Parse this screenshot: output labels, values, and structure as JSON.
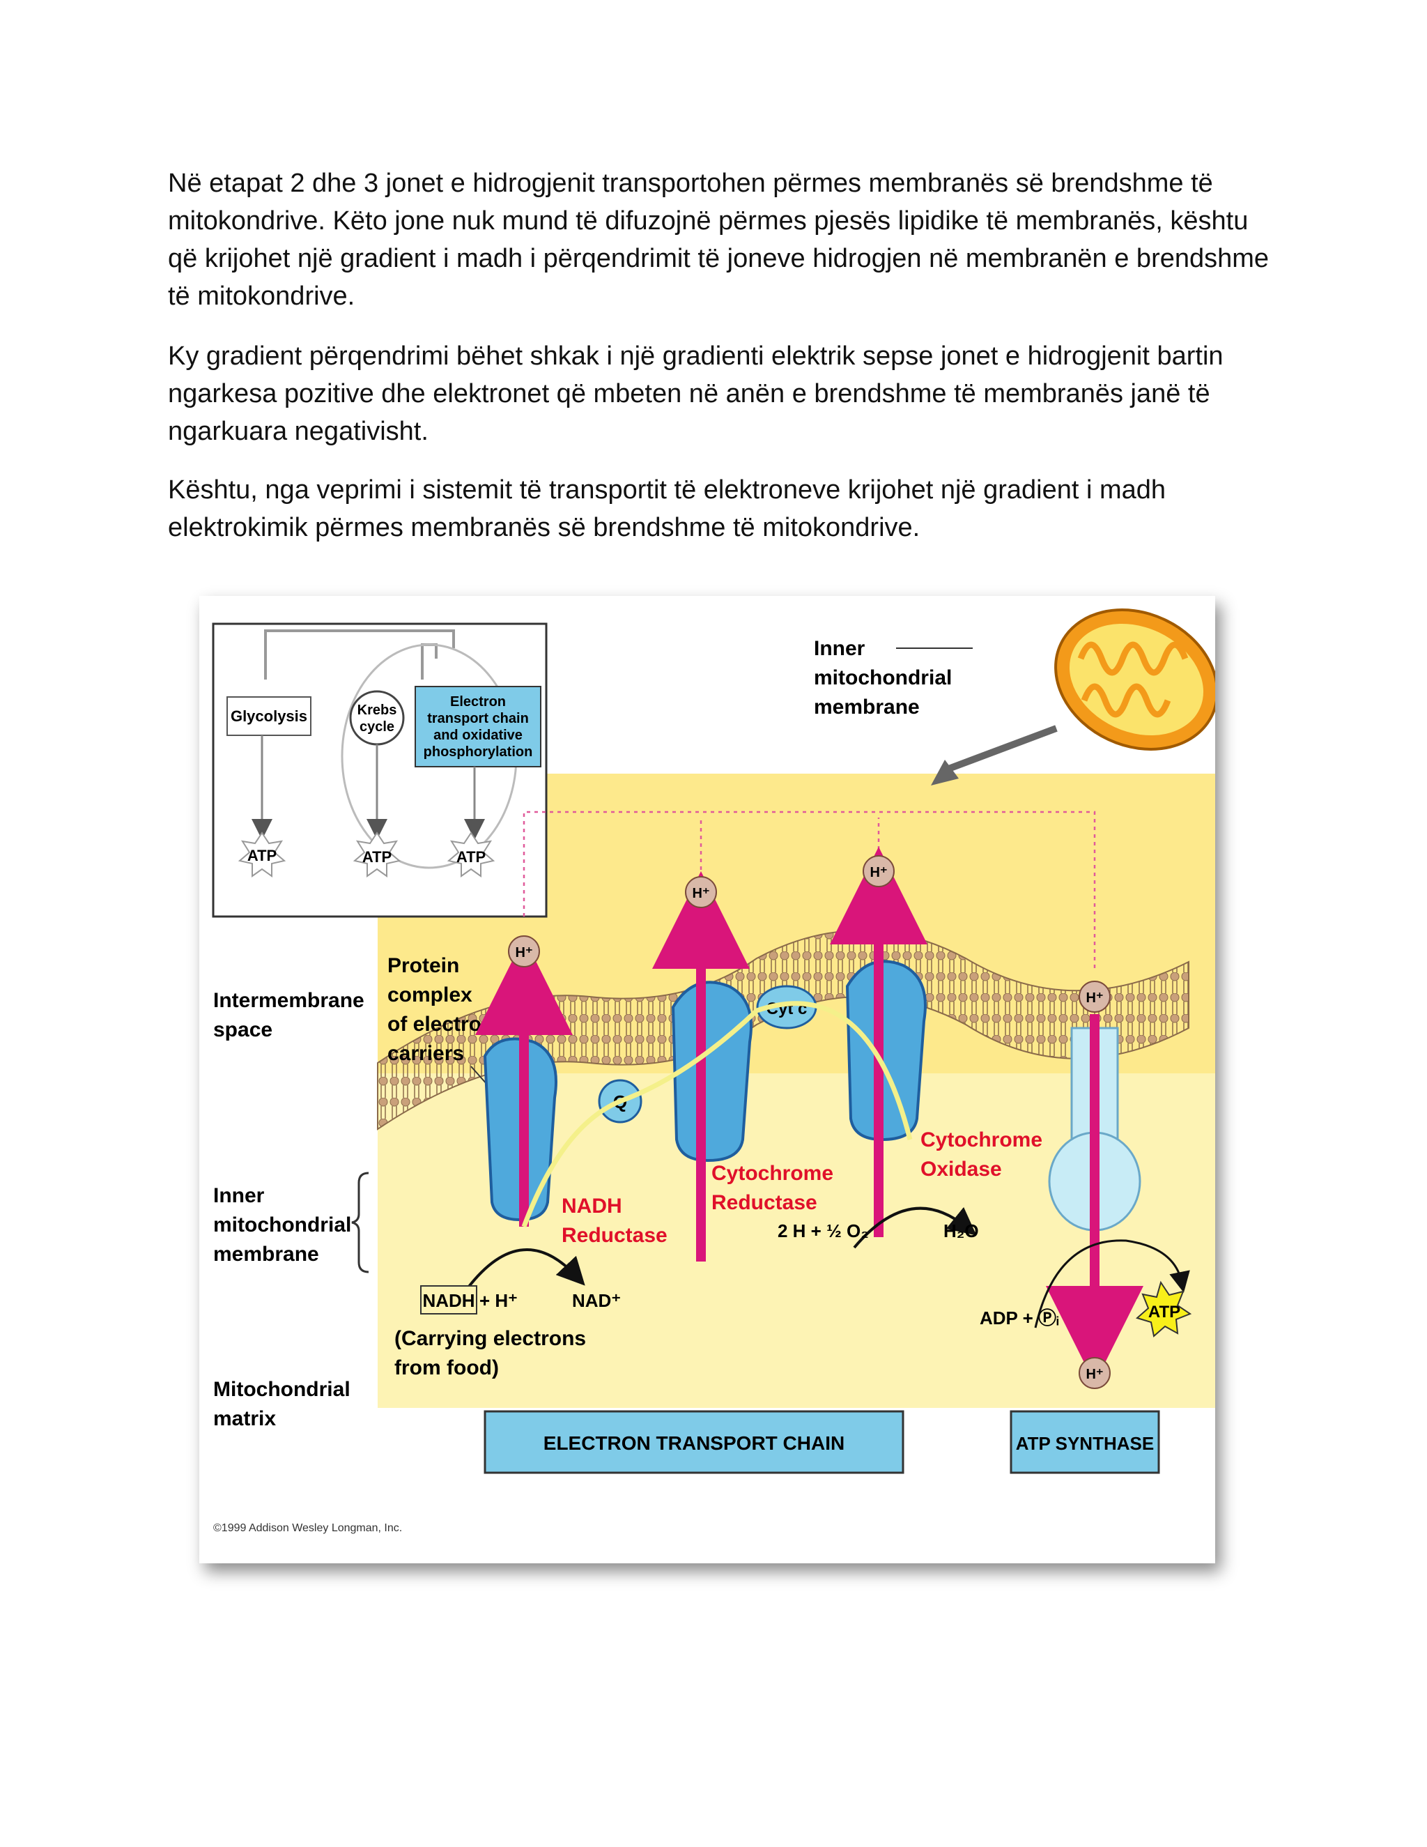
{
  "paragraphs": [
    "Në etapat 2 dhe 3 jonet e hidrogjenit transportohen përmes membranës së brendshme të mitokondrive. Këto jone nuk mund të difuzojnë përmes pjesës lipidike të membranës, kështu që krijohet një gradient i madh i përqendrimit të  joneve hidrogjen në membranën e brendshme të mitokondrive.",
    "Ky gradient përqendrimi bëhet shkak i një gradienti elektrik sepse jonet e hidrogjenit bartin ngarkesa pozitive dhe elektronet që mbeten në anën e brendshme të membranës janë të ngarkuara negativisht.",
    "Kështu, nga veprimi i sistemit të transportit të elektroneve krijohet një gradient i madh elektrokimik përmes membranës së brendshme të mitokondrive."
  ],
  "figure": {
    "inset": {
      "glycolysis": "Glycolysis",
      "krebs": [
        "Krebs",
        "cycle"
      ],
      "etc": [
        "Electron",
        "transport chain",
        "and oxidative",
        "phosphorylation"
      ],
      "atp": "ATP"
    },
    "inner_membrane_callout": [
      "Inner",
      "mitochondrial",
      "membrane"
    ],
    "regions": {
      "intermembrane": [
        "Intermembrane",
        "space"
      ],
      "inner_membrane": [
        "Inner",
        "mitochondrial",
        "membrane"
      ],
      "matrix": [
        "Mitochondrial",
        "matrix"
      ]
    },
    "protein_complex": [
      "Protein",
      "complex",
      "of electron",
      "carriers"
    ],
    "h_plus": "H⁺",
    "q": "Q",
    "cyt_c": "Cyt c",
    "nadh_reductase": [
      "NADH",
      "Reductase"
    ],
    "cytochrome_reductase": [
      "Cytochrome",
      "Reductase"
    ],
    "cytochrome_oxidase": [
      "Cytochrome",
      "Oxidase"
    ],
    "nadh": "NADH",
    "nadh_plus": "+ H⁺",
    "nad_plus": "NAD⁺",
    "carrying": [
      "(Carrying electrons",
      "from food)"
    ],
    "oxygen_reaction": "2 H + ½ O₂",
    "water": "H₂O",
    "adp_pi": "ADP + Ⓟᵢ",
    "atp": "ATP",
    "etc_box": "ELECTRON TRANSPORT CHAIN",
    "atp_synthase_box": "ATP SYNTHASE",
    "copyright": "©1999 Addison Wesley Longman, Inc."
  },
  "colors": {
    "membrane_band": "#fdf3b4",
    "intermembrane": "#fde98c",
    "protein": "#4fa9dc",
    "protein_dark": "#1f5e9e",
    "h_arrow": "#d9157a",
    "h_bubble": "#d9b8a8",
    "label_red": "#e0102a",
    "box_blue": "#7fcbe8",
    "mito_orange": "#f39a1a"
  }
}
